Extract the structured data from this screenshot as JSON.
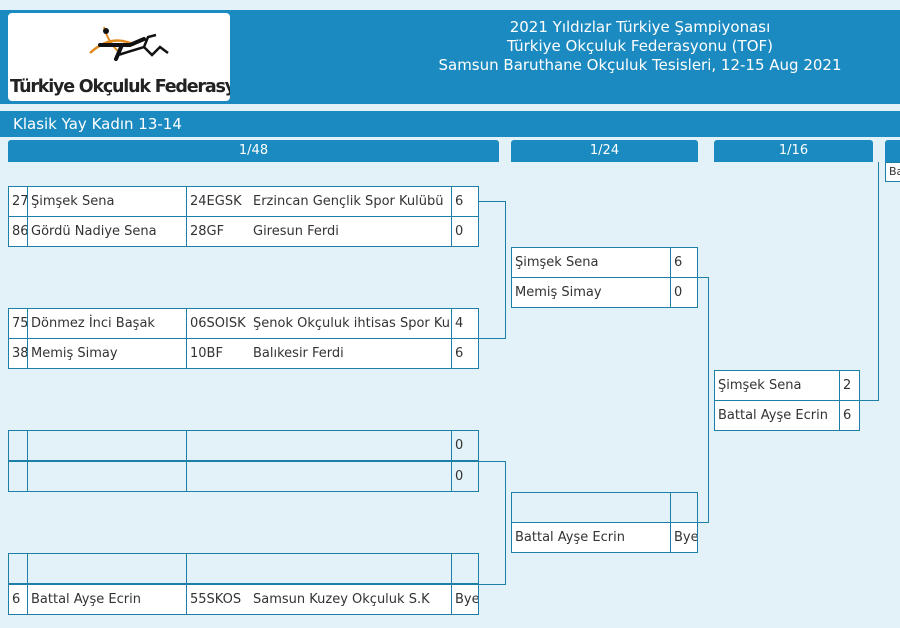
{
  "logo": {
    "text": "Türkiye Okçuluk Federasyonu"
  },
  "header": {
    "line1": "2021 Yıldızlar Türkiye Şampiyonası",
    "line2": "Türkiye Okçuluk Federasyonu (TOF)",
    "line3": "Samsun Baruthane Okçuluk Tesisleri, 12-15 Aug 2021"
  },
  "category": "Klasik Yay Kadın 13-14",
  "rounds": [
    "1/48",
    "1/24",
    "1/16"
  ],
  "colors": {
    "accent": "#1b8ac0",
    "background": "#e3f2f8",
    "line": "#1b7fa6"
  },
  "r48": [
    {
      "seed": "27",
      "name": "Şimşek Sena",
      "code": "24EGSK",
      "club": "Erzincan Gençlik Spor Kulübü",
      "score": "6"
    },
    {
      "seed": "86",
      "name": "Gördü Nadiye Sena",
      "code": "28GF",
      "club": "Giresun Ferdi",
      "score": "0"
    },
    {
      "seed": "75",
      "name": "Dönmez İnci Başak",
      "code": "06SOISK",
      "club": "Şenok Okçuluk ihtisas Spor Kul",
      "score": "4"
    },
    {
      "seed": "38",
      "name": "Memiş Simay",
      "code": "10BF",
      "club": "Balıkesir Ferdi",
      "score": "6"
    },
    {
      "seed": "",
      "name": "",
      "code": "",
      "club": "",
      "score": "0"
    },
    {
      "seed": "",
      "name": "",
      "code": "",
      "club": "",
      "score": "0"
    },
    {
      "seed": "",
      "name": "",
      "code": "",
      "club": "",
      "score": ""
    },
    {
      "seed": "6",
      "name": "Battal Ayşe Ecrin",
      "code": "55SKOS",
      "club": "Samsun Kuzey Okçuluk S.K",
      "score": "Bye"
    }
  ],
  "r24": [
    {
      "name": "Şimşek Sena",
      "score": "6"
    },
    {
      "name": "Memiş Simay",
      "score": "0"
    },
    {
      "name": "",
      "score": ""
    },
    {
      "name": "Battal Ayşe Ecrin",
      "score": "Bye"
    }
  ],
  "r16": [
    {
      "name": "Şimşek Sena",
      "score": "2"
    },
    {
      "name": "Battal Ayşe Ecrin",
      "score": "6"
    }
  ],
  "r8_partial": "Ba"
}
